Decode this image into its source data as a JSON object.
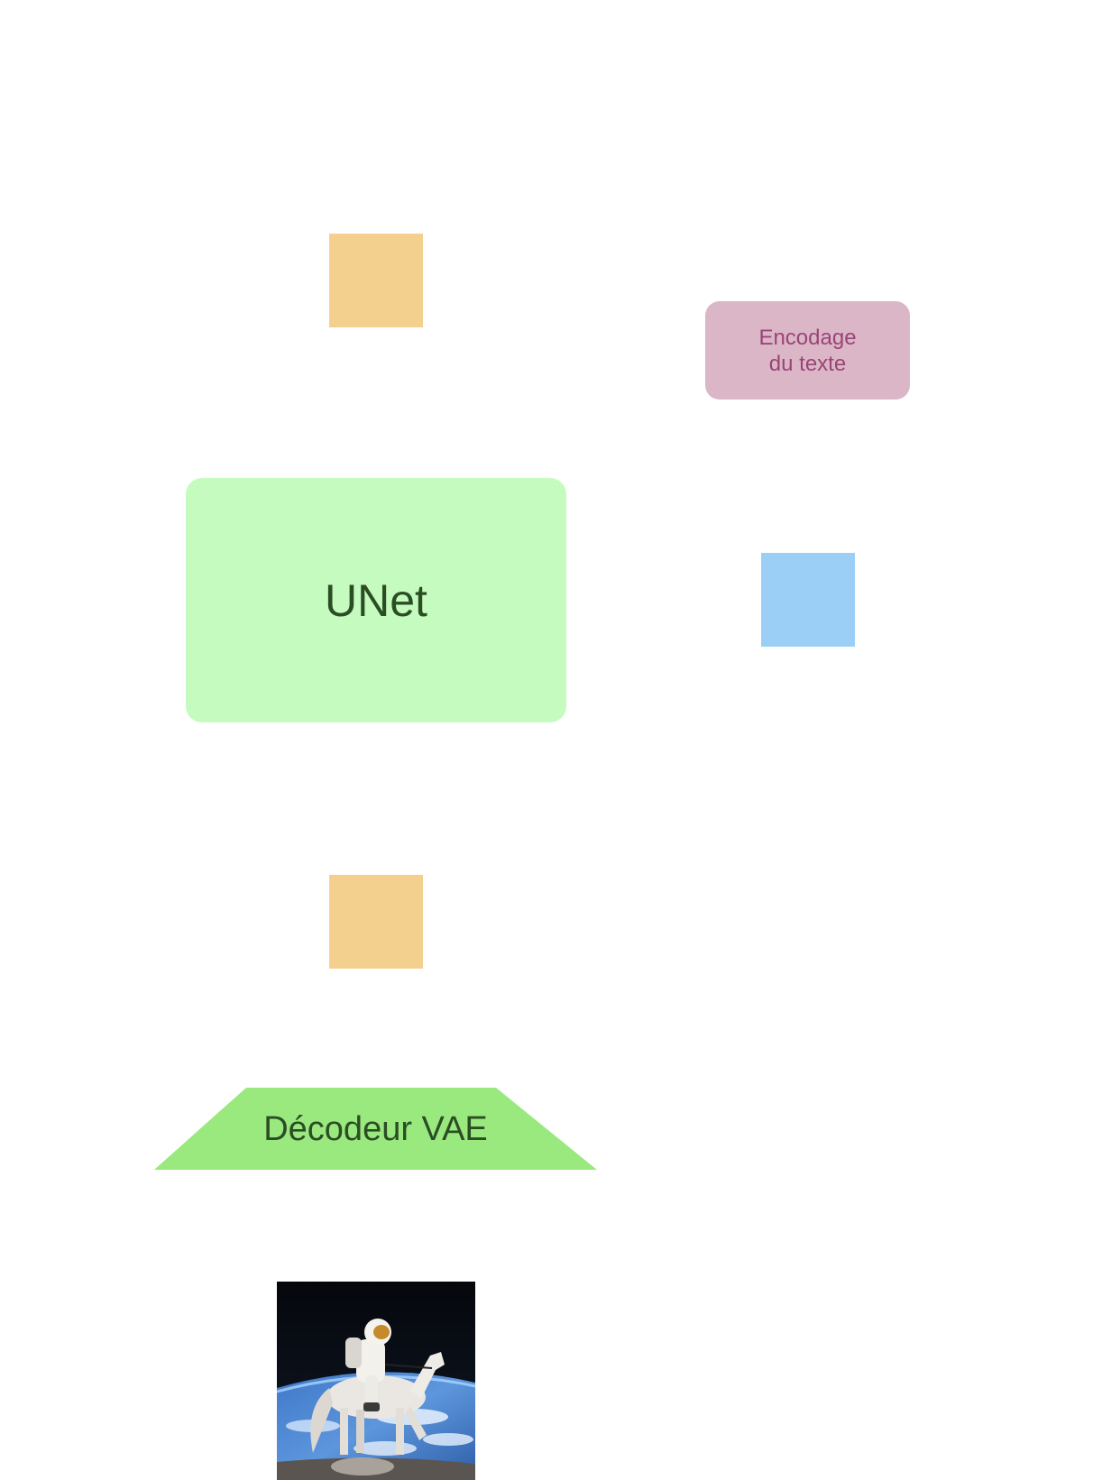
{
  "colors": {
    "latent": "#f4d08e",
    "text_embedding": "#9bcff5",
    "text_encoder_fill": "#dbb6c7",
    "text_encoder_text": "#9b4476",
    "unet_fill": "#c6fbc0",
    "unet_text": "#2b4d24",
    "vae_fill": "#9ae97f",
    "vae_text": "#2b4d24"
  },
  "text_encoder": {
    "line1": "Encodage",
    "line2": "du texte"
  },
  "unet": {
    "label": "UNet"
  },
  "vae_decoder": {
    "label": "Décodeur VAE"
  },
  "output_image": {
    "icon": "astronaut-riding-horse-image"
  }
}
